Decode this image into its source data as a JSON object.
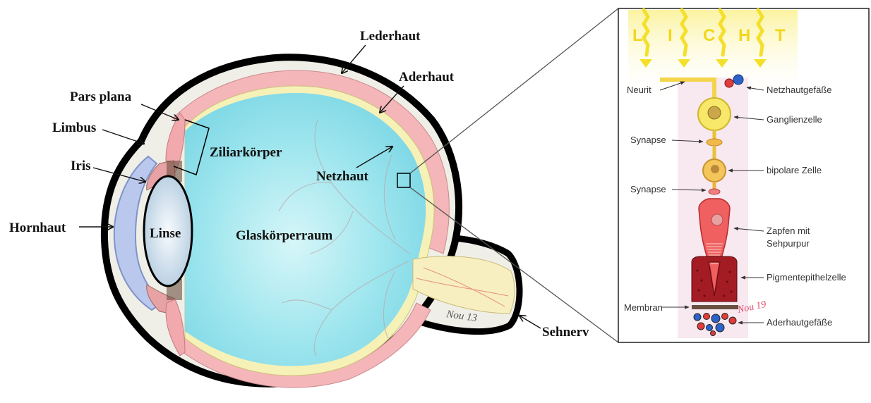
{
  "eye": {
    "labels": {
      "lederhaut": "Lederhaut",
      "aderhaut": "Aderhaut",
      "pars_plana": "Pars plana",
      "limbus": "Limbus",
      "ziliarkoerper": "Ziliarkörper",
      "iris": "Iris",
      "netzhaut": "Netzhaut",
      "hornhaut": "Hornhaut",
      "linse": "Linse",
      "glaskoerperraum": "Glaskörperraum",
      "sehnerv": "Sehnerv"
    },
    "signature": "Nou 13"
  },
  "retina_detail": {
    "light_letters": [
      "L",
      "I",
      "C",
      "H",
      "T"
    ],
    "labels": {
      "neurit": "Neurit",
      "netzhautgefaesse": "Netzhautgefäße",
      "ganglienzelle": "Ganglienzelle",
      "synapse_1": "Synapse",
      "bipolare_zelle": "bipolare Zelle",
      "synapse_2": "Synapse",
      "zapfen_line1": "Zapfen mit",
      "zapfen_line2": "Sehpurpur",
      "pigmentepithelzelle": "Pigmentepithelzelle",
      "membran": "Membran",
      "aderhautgefaesse": "Aderhautgefäße"
    },
    "signature": "Nou 19"
  },
  "colors": {
    "sclera": "#f0efe7",
    "outline": "#000000",
    "choroid": "#f4b6b8",
    "retina": "#f6f1b7",
    "vitreous": "#8fe2ec",
    "lens": "#d8e8f2",
    "cornea": "#b9c8ec",
    "optic_nerve": "#f7efbf",
    "light": "#f4e02c",
    "retina_bg": "#f8e8f0"
  }
}
